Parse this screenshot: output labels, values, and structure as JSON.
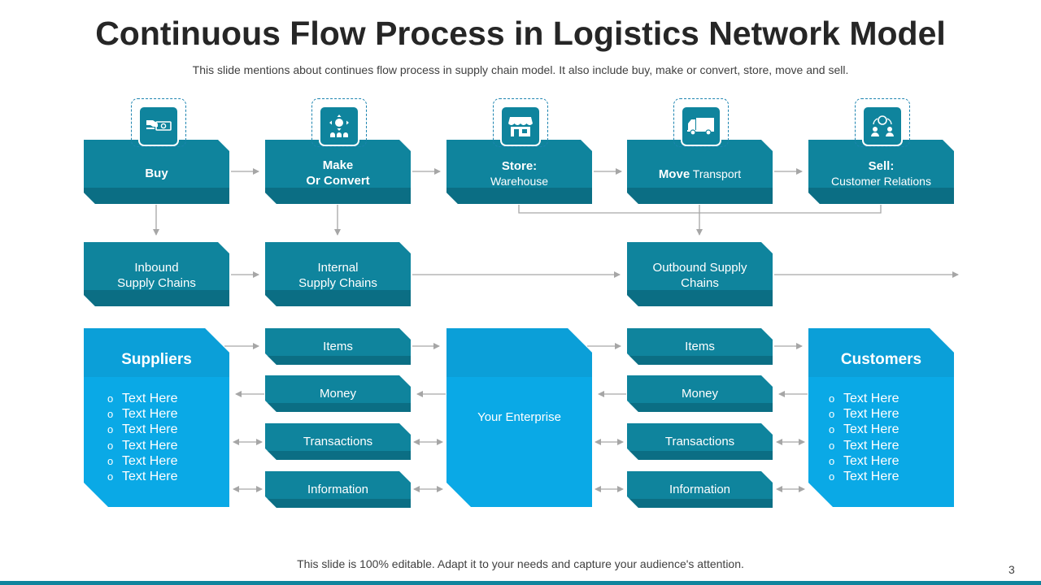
{
  "slide": {
    "title": "Continuous Flow Process in Logistics Network Model",
    "subtitle": "This slide mentions about continues flow process in supply chain model. It also include buy, make or convert, store, move and sell.",
    "footer": "This slide is 100% editable. Adapt it to your needs and capture your audience's attention.",
    "page_number": "3"
  },
  "process": [
    {
      "line1_bold": "Buy",
      "line2": "",
      "icon": "money-hand-icon"
    },
    {
      "line1_bold": "Make",
      "line1_bold2": "Or Convert",
      "icon": "people-arrows-icon"
    },
    {
      "line1_bold": "Store:",
      "line2": "Warehouse",
      "icon": "storefront-icon"
    },
    {
      "line1_bold": "Move",
      "line1_rest": " Transport",
      "icon": "truck-icon"
    },
    {
      "line1_bold": "Sell:",
      "line2": "Customer Relations",
      "icon": "customer-exchange-icon"
    }
  ],
  "chains": {
    "inbound": [
      "Inbound",
      "Supply Chains"
    ],
    "internal": [
      "Internal",
      "Supply Chains"
    ],
    "outbound": [
      "Outbound Supply",
      "Chains"
    ]
  },
  "suppliers": {
    "title": "Suppliers",
    "items": [
      "Text Here",
      "Text Here",
      "Text Here",
      "Text Here",
      "Text Here",
      "Text Here"
    ]
  },
  "customers": {
    "title": "Customers",
    "items": [
      "Text Here",
      "Text Here",
      "Text Here",
      "Text Here",
      "Text Here",
      "Text Here"
    ]
  },
  "enterprise": {
    "label": "Your Enterprise"
  },
  "flows_left": [
    "Items",
    "Money",
    "Transactions",
    "Information"
  ],
  "flows_right": [
    "Items",
    "Money",
    "Transactions",
    "Information"
  ],
  "bullet_char": "o",
  "colors": {
    "teal": "#0f849d",
    "teal_dark": "#0b6e84",
    "blue": "#0aa9e6",
    "connector": "#a6a6a6"
  }
}
